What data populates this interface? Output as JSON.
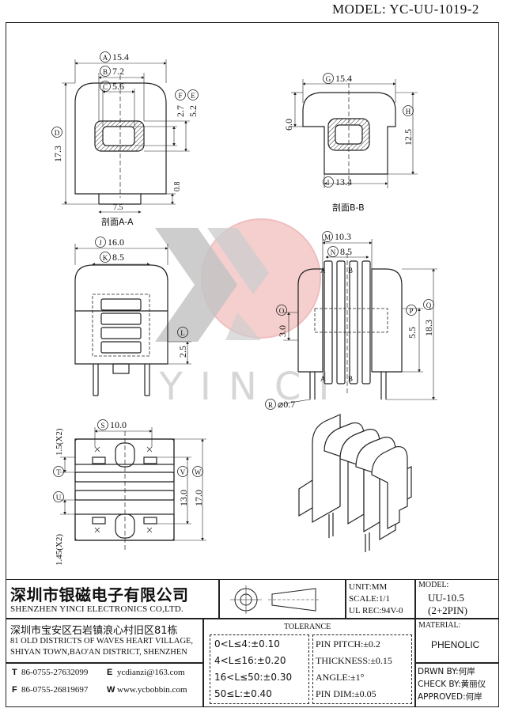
{
  "model_title": "MODEL: YC-UU-1019-2",
  "section_labels": {
    "a": "剖面A-A",
    "b": "剖面B-B"
  },
  "watermark": "YINCI",
  "dimensions": {
    "A": "15.4",
    "B": "7.2",
    "C": "5.6",
    "D": "17.3",
    "E": "5.2",
    "F": "2.7",
    "sec_a_bottom": "7.5",
    "sec_a_side": "0.8",
    "G": "15.4",
    "H": "12.5",
    "I": "13.4",
    "sec_b_left": "6.0",
    "J": "16.0",
    "K": "8.5",
    "L": "2.5",
    "M": "10.3",
    "N": "8.5",
    "O": "3.0",
    "P": "5.5",
    "Q": "18.3",
    "R": "⌀0.7",
    "S": "10.0",
    "T": "1.5(X2)",
    "U": "1.45(X2)",
    "V": "13.0",
    "W": "17.0"
  },
  "view_letters": {
    "a1": "A",
    "a2": "A",
    "b1": "B",
    "b2": "B"
  },
  "company": {
    "name_cn": "深圳市银磁电子有限公司",
    "name_en": "SHENZHEN YINCI ELECTRONICS CO,LTD.",
    "address_cn": "深圳市宝安区石岩镇浪心村旧区81栋",
    "address_en1": "81 OLD DISTRICTS OF WAVES HEART VILLAGE,",
    "address_en2": "SHIYAN TOWN,BAO'AN DISTRICT, SHENZHEN",
    "tel_label": "T",
    "tel": "86-0755-27632099",
    "fax_label": "F",
    "fax": "86-0755-26819697",
    "email_label": "E",
    "email": "ycdianzi@163.com",
    "web_label": "W",
    "web": "www.ycbobbin.com"
  },
  "units": {
    "unit": "UNIT:MM",
    "scale": "SCALE:1/1",
    "ul": "UL REC:94V-0"
  },
  "model_box": {
    "label": "MODEL:",
    "value1": "UU-10.5",
    "value2": "(2+2PIN)"
  },
  "tolerance": {
    "title": "TOLERANCE",
    "left": [
      "0<L≤4:±0.10",
      "4<L≤16:±0.20",
      "16<L≤50:±0.30",
      "50≤L:±0.40"
    ],
    "right": [
      "PIN PITCH:±0.2",
      "THICKNESS:±0.15",
      "ANGLE:±1°",
      "PIN DIM:±0.05"
    ]
  },
  "material": {
    "label": "MATERIAL:",
    "value": "PHENOLIC"
  },
  "signoff": {
    "drawn": "DRWN BY:何岸",
    "check": "CHECK BY:黄丽仪",
    "approved": "APPROVED:何岸"
  }
}
